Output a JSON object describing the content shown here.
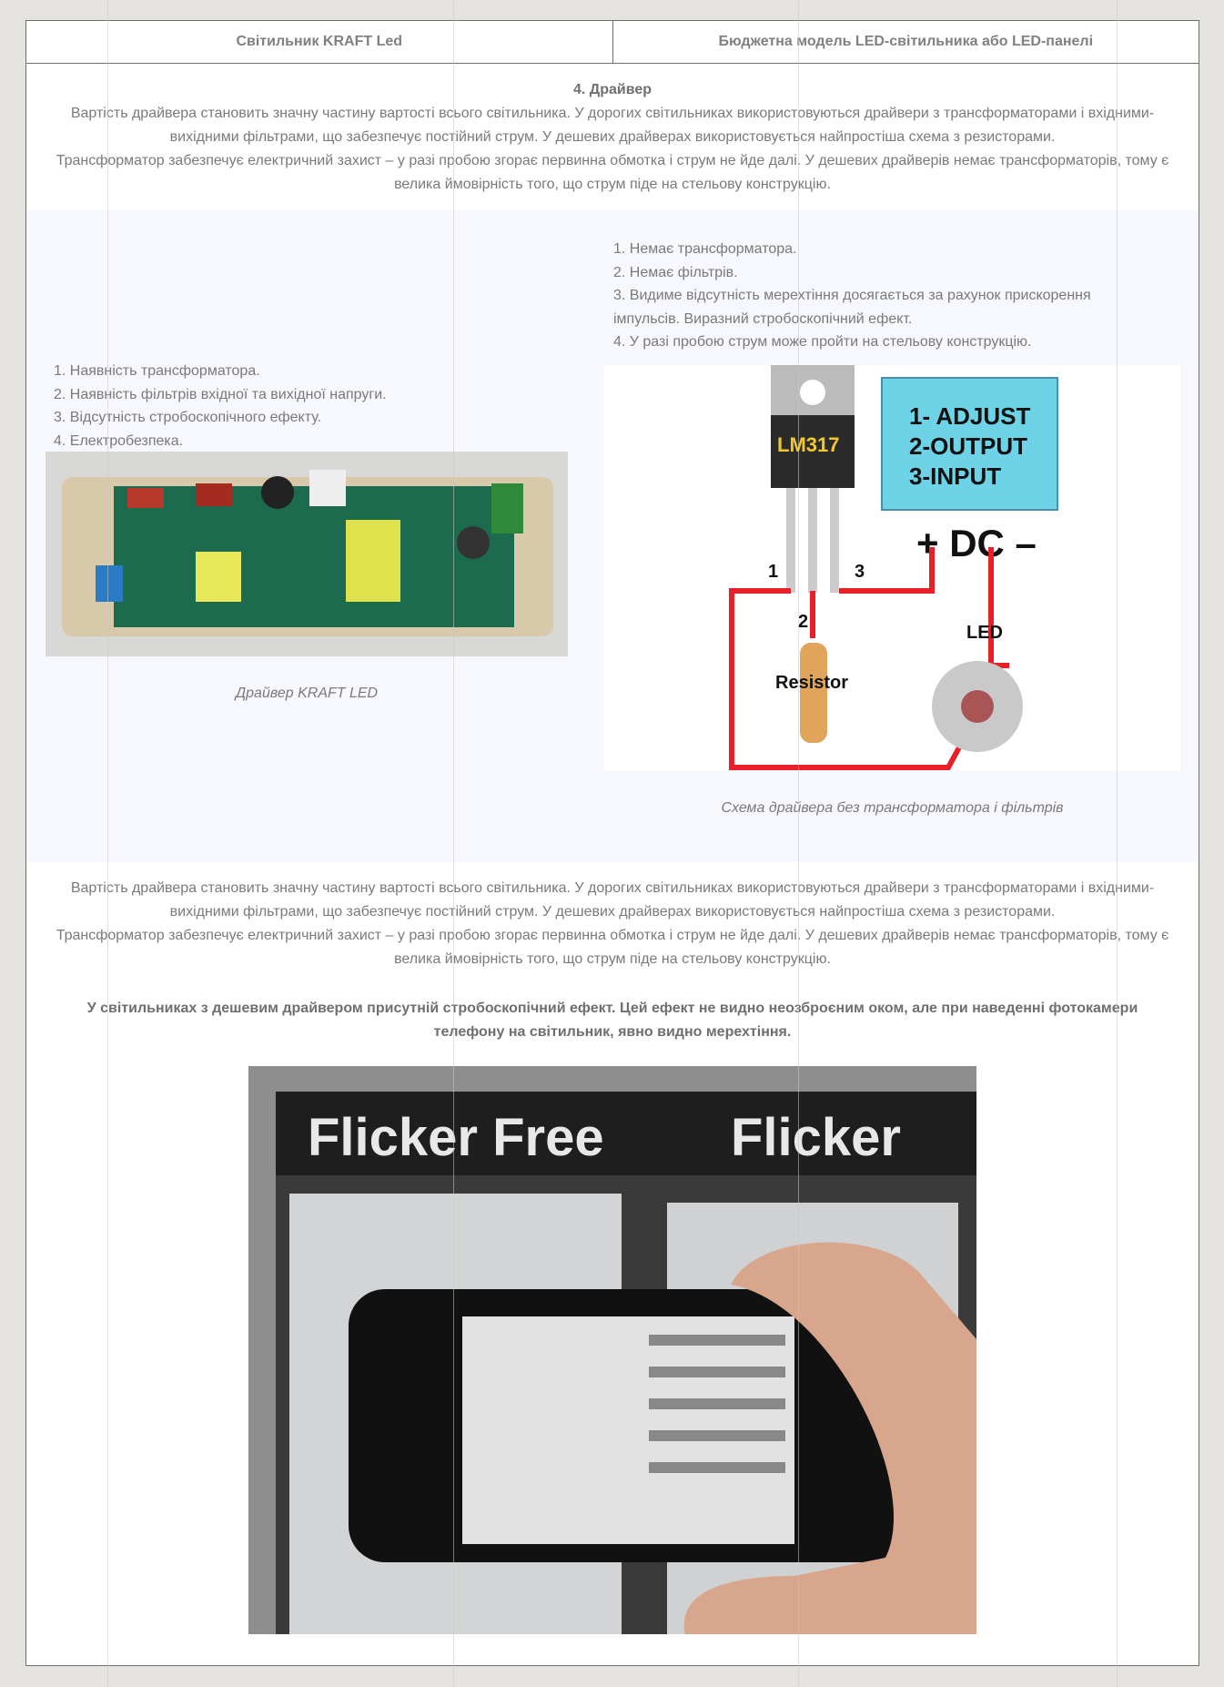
{
  "header": {
    "col_left": "Світильник KRAFT Led",
    "col_right": "Бюджетна модель LED-світильника або LED-панелі"
  },
  "section": {
    "title": "4. Драйвер",
    "intro": [
      "Вартість драйвера становить значну частину вартості всього світильника. У дорогих світильниках використовуються драйвери з трансформаторами і вхідними-вихідними фільтрами, що забезпечує постійний струм. У дешевих драйверах використовується найпростіша схема з резисторами.",
      "Трансформатор забезпечує електричний захист – у разі пробою згорає первинна обмотка і струм не йде далі. У дешевих драйверів немає трансформаторів, тому є велика ймовірність того, що струм піде на стельову конструкцію."
    ]
  },
  "left": {
    "items": [
      "1. Наявність трансформатора.",
      "2. Наявність фільтрів вхідної та вихідної напруги.",
      "3. Відсутність стробоскопічного ефекту.",
      "4. Електробезпека."
    ],
    "caption": "Драйвер KRAFT LED"
  },
  "right": {
    "items": [
      "1. Немає трансформатора.",
      "2. Немає фільтрів.",
      "3. Видиме відсутність мерехтіння досягається за рахунок прискорення імпульсів. Виразний стробоскопічний ефект.",
      "4. У разі пробою струм може пройти на стельову конструкцію."
    ],
    "caption": "Схема драйвера без трансформатора і фільтрів",
    "diagram": {
      "chip": "LM317",
      "pins": [
        "1- ADJUST",
        "2-OUTPUT",
        "3-INPUT"
      ],
      "dc": "+ DC –",
      "n1": "1",
      "n2": "2",
      "n3": "3",
      "resistor": "Resistor",
      "led": "LED"
    }
  },
  "bottom": {
    "paras": [
      "Вартість драйвера становить значну частину вартості всього світильника. У дорогих світильниках використовуються драйвери з трансформаторами і вхідними-вихідними фільтрами, що забезпечує постійний струм. У дешевих драйверах використовується найпростіша схема з резисторами.",
      "Трансформатор забезпечує електричний захист – у разі пробою згорає первинна обмотка і струм не йде далі. У дешевих драйверів немає трансформаторів, тому є велика ймовірність того, що струм піде на стельову конструкцію."
    ],
    "bold": "У світильниках з дешевим драйвером присутній стробоскопічний ефект. Цей ефект не видно неозброєним оком, але при наведенні фотокамери телефону на світильник, явно видно мерехтіння.",
    "photo": {
      "left": "Flicker Free",
      "right": "Flicker"
    }
  }
}
